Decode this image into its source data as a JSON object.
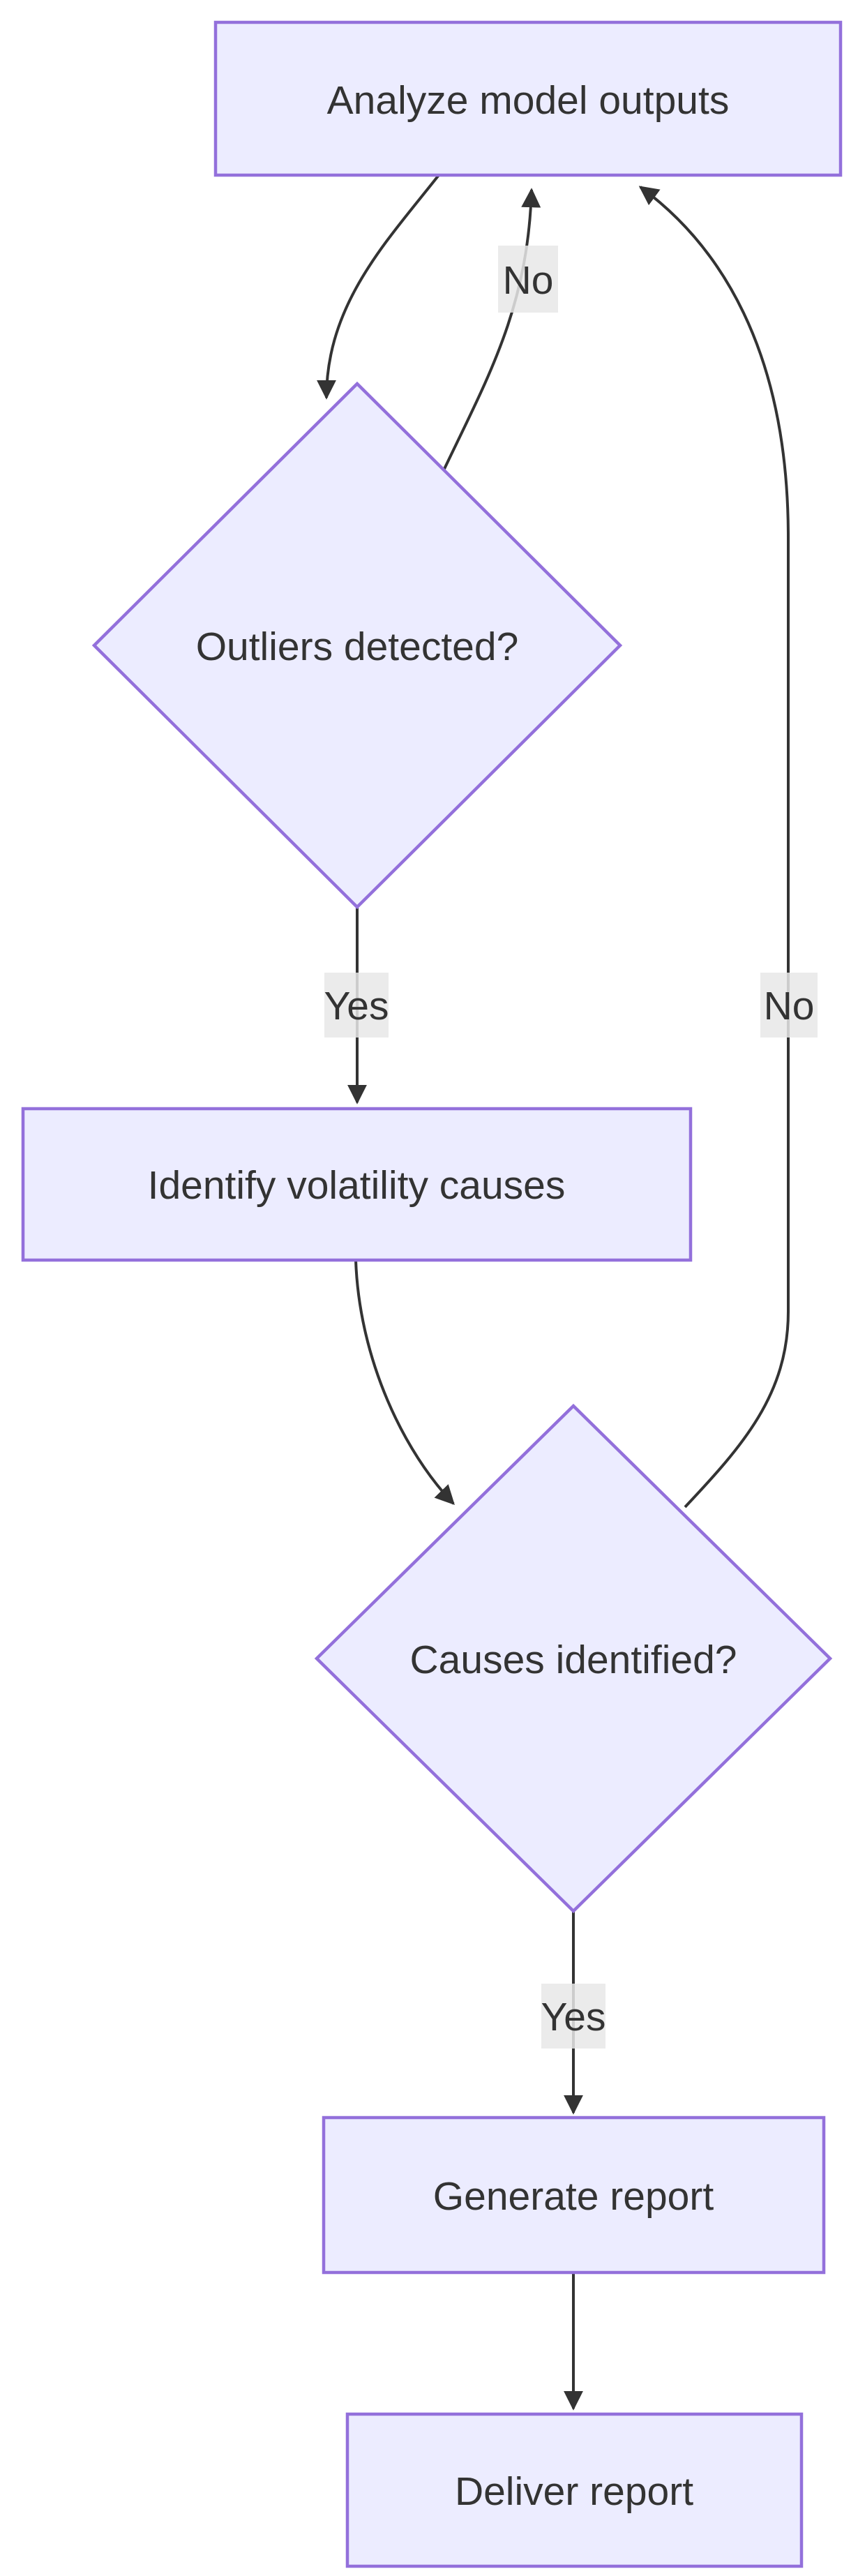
{
  "diagram": {
    "type": "flowchart",
    "direction": "top-down",
    "nodes": [
      {
        "id": "A",
        "label": "Analyze model outputs",
        "shape": "rect"
      },
      {
        "id": "B",
        "label": "Outliers detected?",
        "shape": "diamond"
      },
      {
        "id": "C",
        "label": "Identify volatility causes",
        "shape": "rect"
      },
      {
        "id": "D",
        "label": "Causes identified?",
        "shape": "diamond"
      },
      {
        "id": "E",
        "label": "Generate report",
        "shape": "rect"
      },
      {
        "id": "F",
        "label": "Deliver report",
        "shape": "rect"
      }
    ],
    "edges": [
      {
        "from": "A",
        "to": "B",
        "label": ""
      },
      {
        "from": "B",
        "to": "A",
        "label": "No"
      },
      {
        "from": "B",
        "to": "C",
        "label": "Yes"
      },
      {
        "from": "C",
        "to": "D",
        "label": ""
      },
      {
        "from": "D",
        "to": "A",
        "label": "No"
      },
      {
        "from": "D",
        "to": "E",
        "label": "Yes"
      },
      {
        "from": "E",
        "to": "F",
        "label": ""
      }
    ],
    "colors": {
      "node_fill": "#ECECFF",
      "node_border": "#9370DB",
      "edge_line": "#333333",
      "arrowhead": "#333333",
      "edge_label_bg": "#e8e8e8",
      "text": "#333333",
      "background": "#ffffff"
    }
  }
}
